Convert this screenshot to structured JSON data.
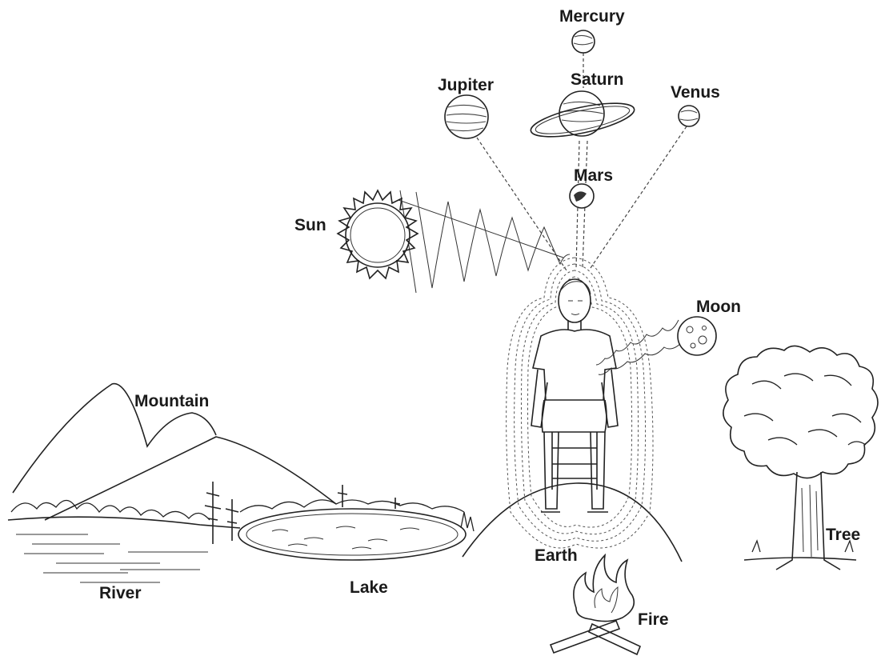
{
  "labels": {
    "mercury": "Mercury",
    "saturn": "Saturn",
    "jupiter": "Jupiter",
    "venus": "Venus",
    "mars": "Mars",
    "sun": "Sun",
    "moon": "Moon",
    "mountain": "Mountain",
    "tree": "Tree",
    "earth": "Earth",
    "fire": "Fire",
    "river": "River",
    "lake": "Lake"
  }
}
